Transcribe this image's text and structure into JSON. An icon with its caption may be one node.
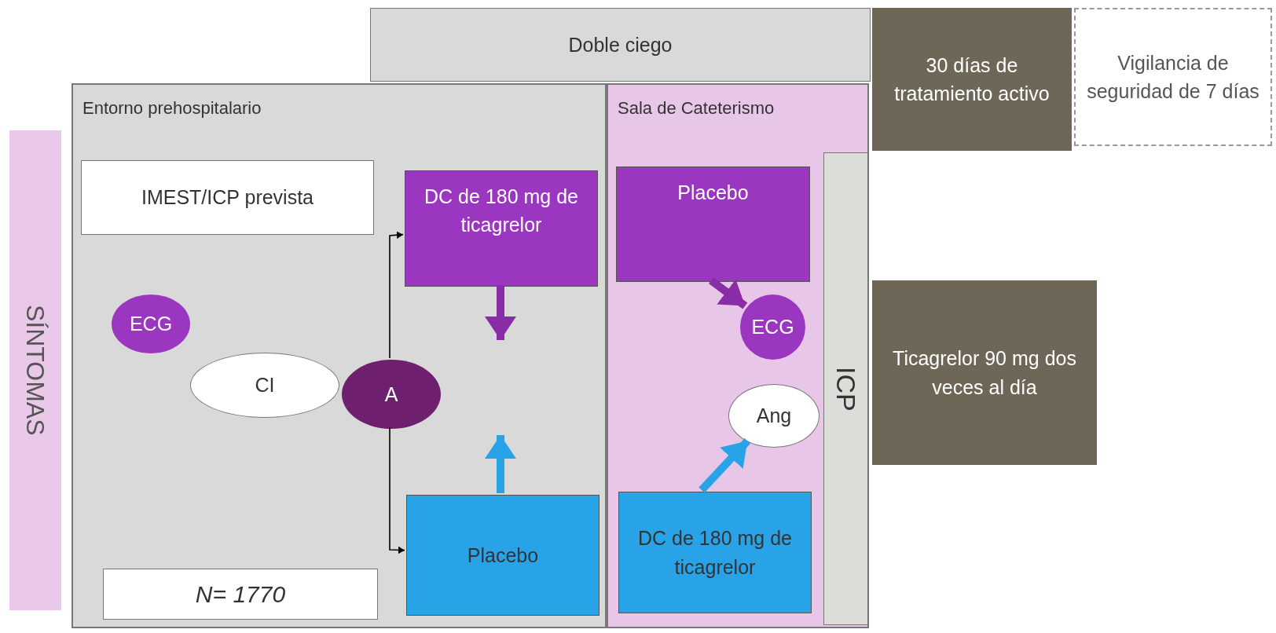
{
  "diagram": {
    "nodes": [
      {
        "text": [
          "SÍNTOMAS"
        ]
      },
      {
        "text": [
          "Doble ciego"
        ]
      },
      {
        "text": [
          "Entorno prehospitalario"
        ]
      },
      {
        "text": [
          "IMEST/ICP prevista"
        ],
        "in": 2
      },
      {
        "text": [
          "ECG"
        ],
        "in": 2
      },
      {
        "text": [
          "CI"
        ],
        "in": 2
      },
      {
        "text": [
          "A"
        ],
        "in": 2
      },
      {
        "text": [
          "DC de 180 mg de ticagrelor"
        ],
        "in": 2
      },
      {
        "text": [
          "Placebo"
        ],
        "in": 2
      },
      {
        "text": [
          "N= 1770"
        ],
        "in": 2
      },
      {
        "text": [
          "Sala de Cateterismo"
        ]
      },
      {
        "text": [
          "Placebo"
        ],
        "in": 10
      },
      {
        "text": [
          "ECG"
        ],
        "in": 10
      },
      {
        "text": [
          "Ang"
        ],
        "in": 10
      },
      {
        "text": [
          "DC de 180 mg de ticagrelor"
        ],
        "in": 10
      },
      {
        "text": [
          "ICP"
        ],
        "in": 10
      },
      {
        "text": [
          "30 días de tratamiento activo"
        ]
      },
      {
        "text": [
          "Vigilancia de seguridad de 7 días"
        ]
      },
      {
        "text": [
          "Ticagrelor 90 mg dos veces al día"
        ]
      }
    ],
    "edges": [
      {
        "from": 6,
        "to": 7,
        "arrow": "to"
      },
      {
        "from": 6,
        "to": 8,
        "arrow": "to"
      },
      {
        "from": 7,
        "to": null,
        "arrow": "to",
        "color": "#8a2ca8"
      },
      {
        "from": 8,
        "to": null,
        "arrow": "to",
        "color": "#29a3e8"
      },
      {
        "from": 11,
        "to": 12,
        "arrow": "to",
        "color": "#8a2ca8"
      },
      {
        "from": 14,
        "to": 13,
        "arrow": "to",
        "color": "#29a3e8"
      }
    ]
  }
}
